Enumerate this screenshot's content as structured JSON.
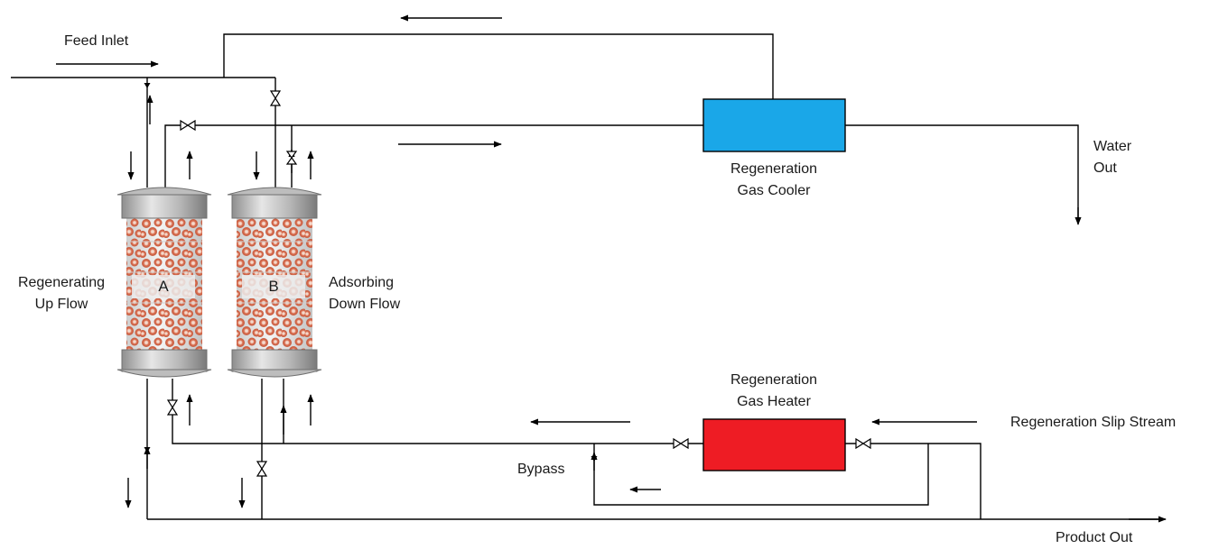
{
  "labels": {
    "feed_inlet": "Feed Inlet",
    "water_out": [
      "Water",
      "Out"
    ],
    "cooler": [
      "Regeneration",
      "Gas Cooler"
    ],
    "heater": [
      "Regeneration",
      "Gas Heater"
    ],
    "slip_stream": "Regeneration Slip Stream",
    "bypass": "Bypass",
    "product_out": "Product Out",
    "regenerating": [
      "Regenerating",
      "Up Flow"
    ],
    "adsorbing": [
      "Adsorbing",
      "Down Flow"
    ],
    "vessel_a": "A",
    "vessel_b": "B"
  },
  "colors": {
    "line": "#000000",
    "cooler_fill": "#1aa7e8",
    "heater_fill": "#ee1c24",
    "bead_outer": "#d56a4c",
    "bead_inner": "#f6e2d9",
    "vessel_cap": "#a9a9a9",
    "vessel_glass": "#dcdcdc"
  }
}
